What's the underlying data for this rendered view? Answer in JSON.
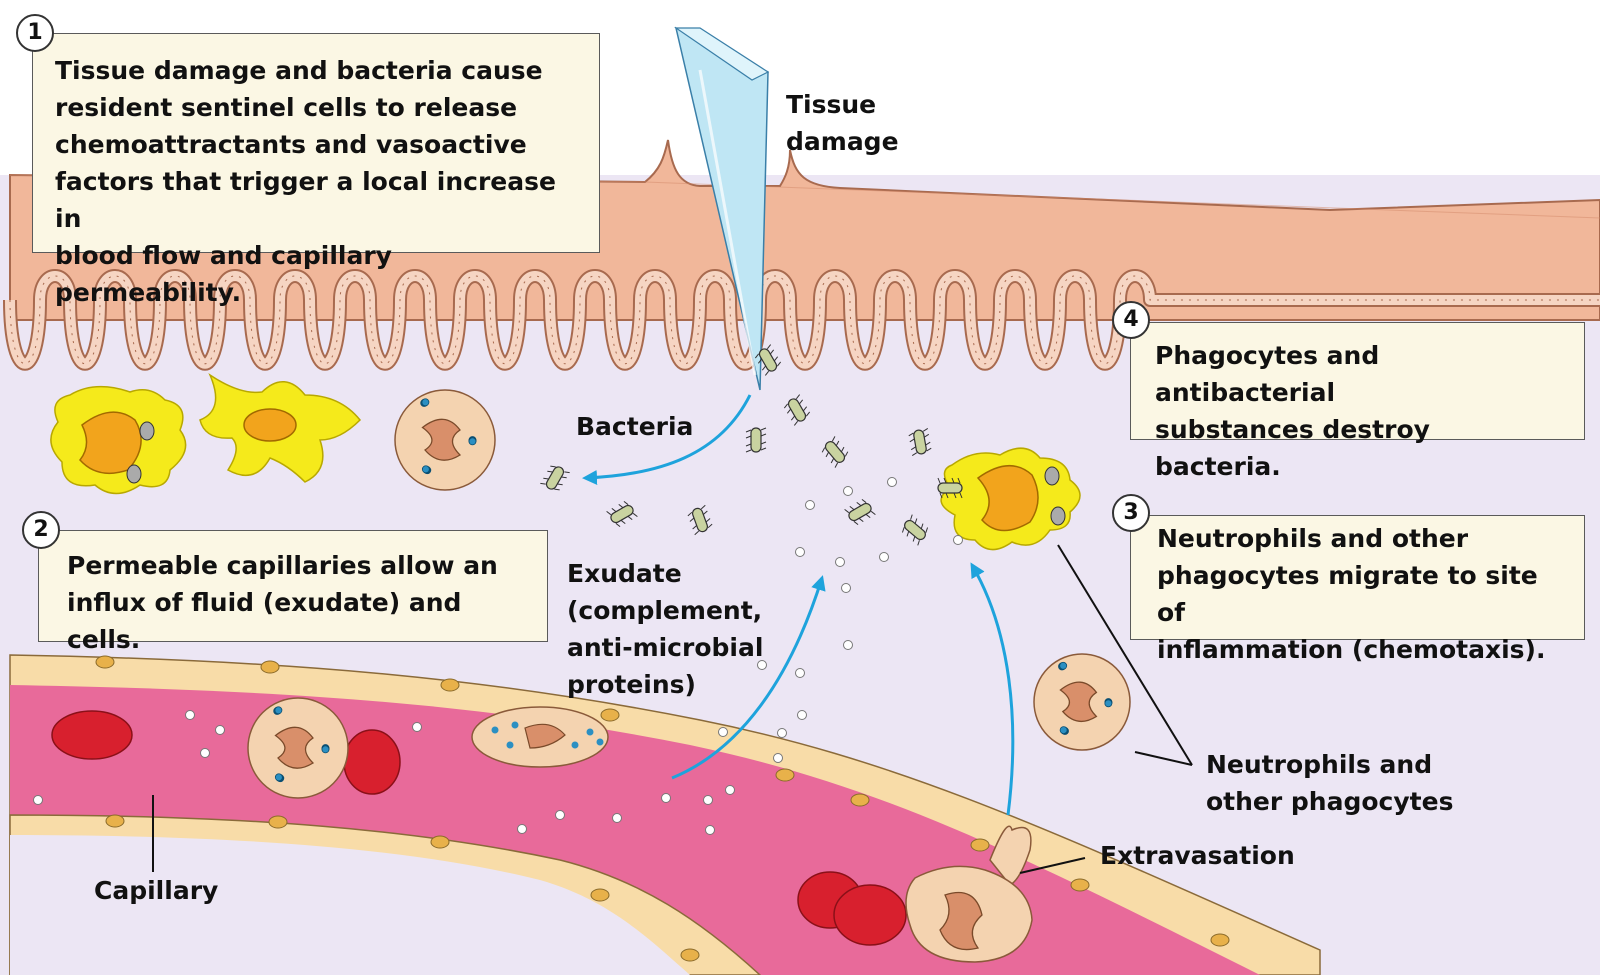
{
  "steps": [
    {
      "number": "1",
      "text": "Tissue damage and bacteria cause\nresident sentinel cells to release\nchemoattractants and vasoactive\nfactors that trigger a local increase in\nblood flow and capillary permeability."
    },
    {
      "number": "2",
      "text": "Permeable capillaries allow an\ninflux of fluid (exudate) and cells."
    },
    {
      "number": "3",
      "text": "Neutrophils and other\nphagocytes migrate to site of\ninflammation (chemotaxis)."
    },
    {
      "number": "4",
      "text": "Phagocytes and antibacterial\nsubstances destroy bacteria."
    }
  ],
  "labels": {
    "tissue_damage": "Tissue\ndamage",
    "bacteria": "Bacteria",
    "exudate": "Exudate\n(complement,\nanti-microbial\nproteins)",
    "neutrophils": "Neutrophils and\nother phagocytes",
    "extravasation": "Extravasation",
    "capillary": "Capillary"
  },
  "colors": {
    "tissue_bg": "#ece6f4",
    "epithelium": "#f1b79a",
    "epithelium_outline": "#a86a4f",
    "blood": "#e86a9a",
    "endothelium": "#f8dca8",
    "rbc": "#d8202e",
    "sentinel_cell": "#f5ea1b",
    "neutrophil": "#f4d3b0",
    "arrow": "#1ea3dc",
    "box_fill": "#fbf7e4",
    "blade": "#bfe6f4"
  }
}
